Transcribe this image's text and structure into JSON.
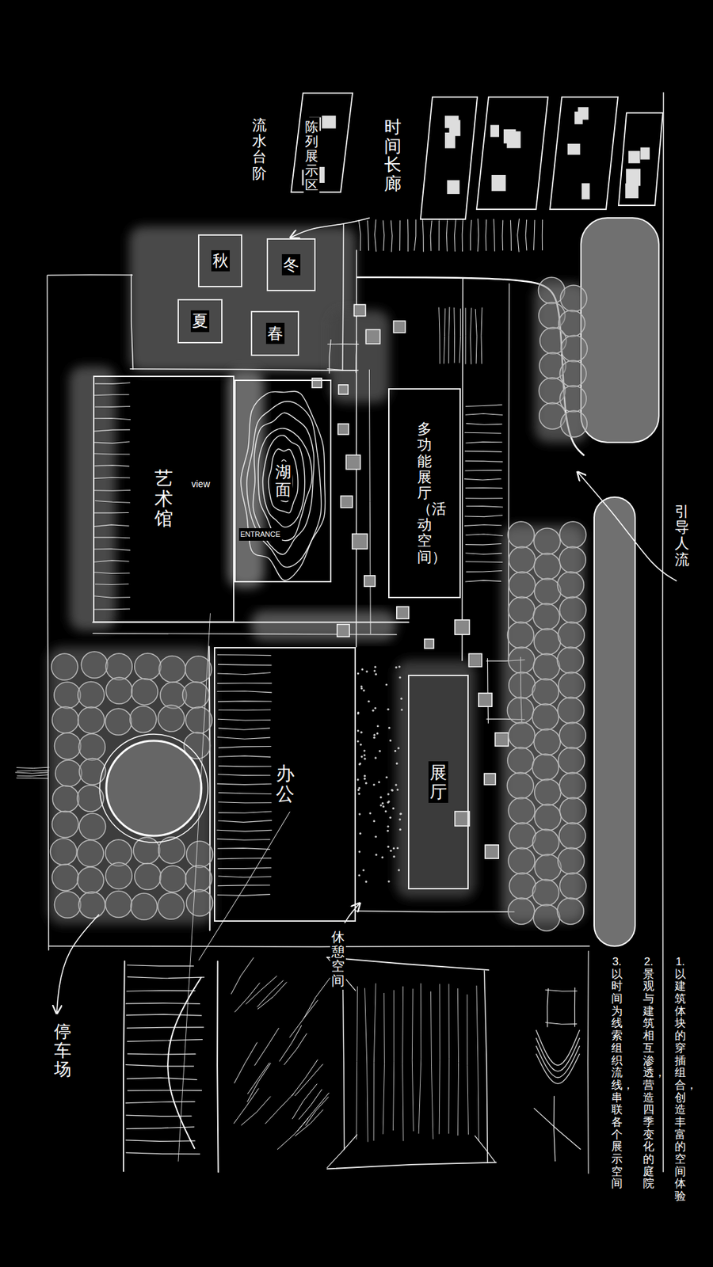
{
  "diagram": {
    "nodes": [
      {
        "text": [
          "艺术馆"
        ]
      },
      {
        "text": [
          "湖面"
        ]
      },
      {
        "text": [
          "多功能展厅（活动空间）"
        ]
      },
      {
        "text": [
          "办公"
        ]
      },
      {
        "text": [
          "展厅"
        ]
      },
      {
        "text": [
          "秋"
        ]
      },
      {
        "text": [
          "冬"
        ]
      },
      {
        "text": [
          "夏"
        ]
      },
      {
        "text": [
          "春"
        ]
      }
    ],
    "labels": [
      "时间长廊",
      "陈列展示区",
      "流水台阶",
      "引导人流",
      "停车场",
      "休憩空间",
      "view",
      "ENTRANCE",
      "1. 以建筑体块的穿插组合，创造丰富的空间体验",
      "2. 景观与建筑相互渗透，营造四季变化的庭院",
      "3. 以时间为线索组织流线，串联各个展示空间"
    ]
  }
}
